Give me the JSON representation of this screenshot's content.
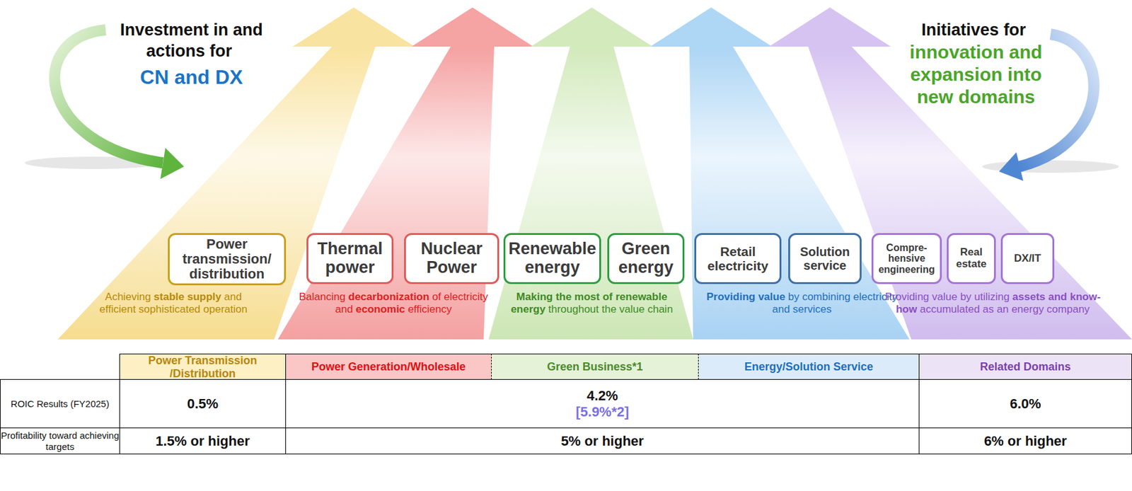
{
  "diagram": {
    "nodes": [
      {
        "text": [
          "Power transmission/ distribution"
        ]
      },
      {
        "text": [
          "Thermal power"
        ]
      },
      {
        "text": [
          "Nuclear Power"
        ]
      },
      {
        "text": [
          "Renewable energy"
        ]
      },
      {
        "text": [
          "Green energy"
        ]
      },
      {
        "text": [
          "Retail electricity"
        ]
      },
      {
        "text": [
          "Solution service"
        ]
      },
      {
        "text": [
          "Compre- hensive engineering"
        ]
      },
      {
        "text": [
          "Real estate"
        ]
      },
      {
        "text": [
          "DX/IT"
        ]
      }
    ],
    "labels": [
      "Investment in and actions for",
      "CN and DX",
      "Initiatives for",
      "innovation and expansion into new domains",
      "Achieving",
      "stable supply",
      "and efficient sophisticated operation",
      "Balancing",
      "decarbonization",
      "of electricity and",
      "economic",
      "efficiency",
      "Making the most of renewable energy",
      "throughout the value chain",
      "Providing value",
      "by combining electricity and services",
      "Providing value by utilizing",
      "assets and know-how",
      "accumulated as an energy company",
      "Power Transmission /Distribution",
      "Power Generation/Wholesale",
      "Green Business*1",
      "Energy/Solution Service",
      "Related Domains",
      "ROIC Results (FY2025)",
      "0.5%",
      "4.2%",
      "[5.9%*2]",
      "6.0%",
      "Profitability toward achieving targets",
      "1.5% or higher",
      "5% or higher",
      "6% or higher"
    ]
  }
}
